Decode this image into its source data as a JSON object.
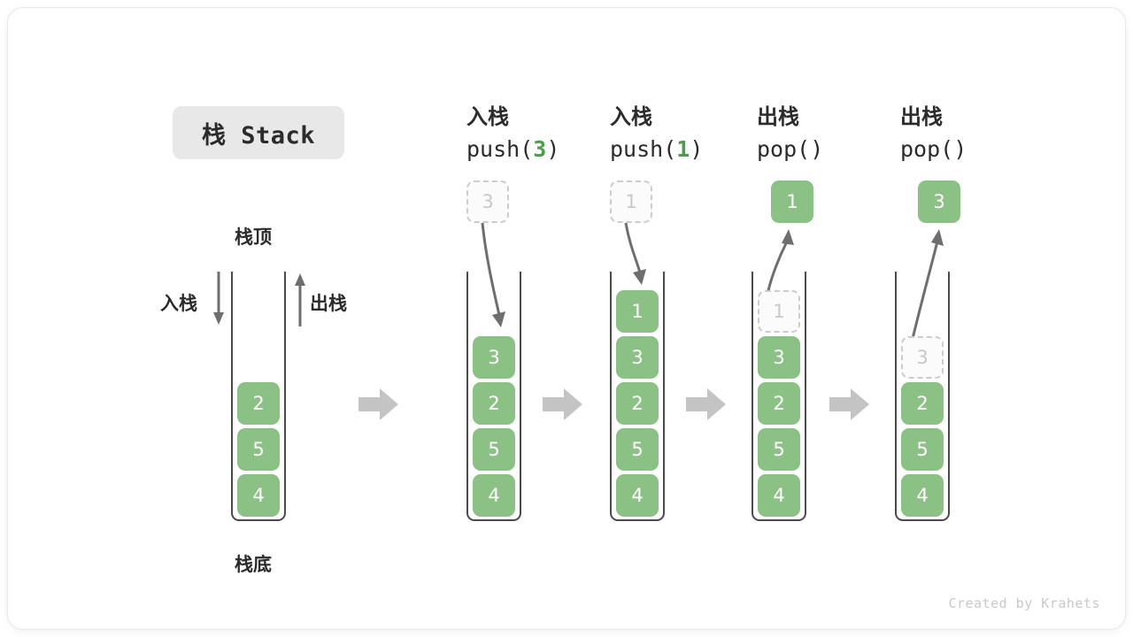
{
  "title": {
    "badge_label": "栈 Stack"
  },
  "legend": {
    "top_label": "栈顶",
    "bottom_label": "栈底",
    "push_label": "入栈",
    "pop_label": "出栈"
  },
  "columns": [
    {
      "id": "initial",
      "op_label": "",
      "op_call": "",
      "op_arg": "",
      "floating": null,
      "cells": [
        "2",
        "5",
        "4"
      ],
      "ghost_index": -1
    },
    {
      "id": "push-3",
      "op_label": "入栈",
      "op_call_prefix": "push(",
      "op_arg": "3",
      "op_call_suffix": ")",
      "floating": {
        "value": "3",
        "style": "ghost"
      },
      "cells": [
        "3",
        "2",
        "5",
        "4"
      ],
      "ghost_index": -1
    },
    {
      "id": "push-1",
      "op_label": "入栈",
      "op_call_prefix": "push(",
      "op_arg": "1",
      "op_call_suffix": ")",
      "floating": {
        "value": "1",
        "style": "ghost"
      },
      "cells": [
        "1",
        "3",
        "2",
        "5",
        "4"
      ],
      "ghost_index": -1
    },
    {
      "id": "pop-1",
      "op_label": "出栈",
      "op_call_prefix": "pop(",
      "op_arg": "",
      "op_call_suffix": ")",
      "floating": {
        "value": "1",
        "style": "filled"
      },
      "cells": [
        "1",
        "3",
        "2",
        "5",
        "4"
      ],
      "ghost_index": 0
    },
    {
      "id": "pop-3",
      "op_label": "出栈",
      "op_call_prefix": "pop(",
      "op_arg": "",
      "op_call_suffix": ")",
      "floating": {
        "value": "3",
        "style": "filled"
      },
      "cells": [
        "3",
        "2",
        "5",
        "4"
      ],
      "ghost_index": 0
    }
  ],
  "flow_arrows": 4,
  "footer": {
    "credit": "Created by Krahets"
  },
  "colors": {
    "cell_green": "#8cc185",
    "accent_green": "#4a9e4a",
    "badge_bg": "#e8e8e8",
    "arrow_gray": "#c4c4c4",
    "line_gray": "#707070",
    "text_dark": "#2b2b2b",
    "ghost_text": "#c8c8c8"
  }
}
